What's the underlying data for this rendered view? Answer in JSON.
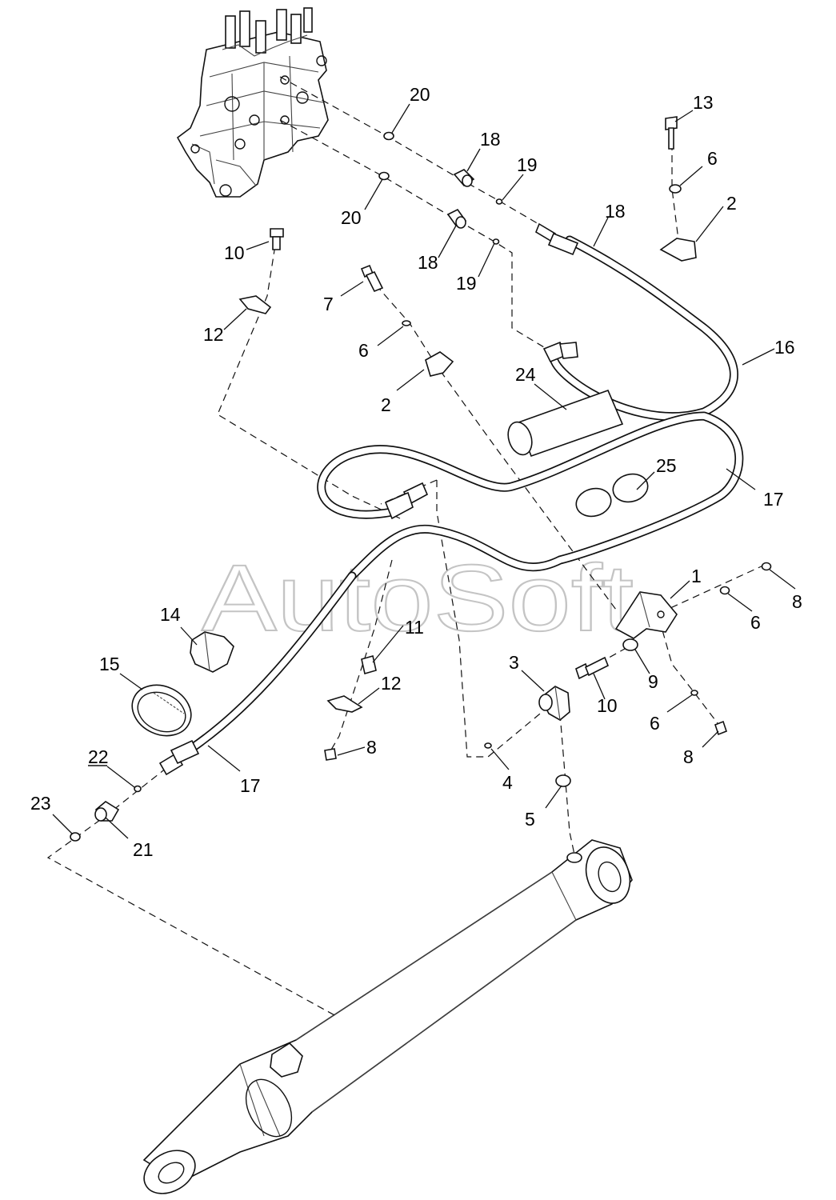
{
  "watermark": "AutoSoft",
  "callouts": [
    {
      "id": "c1",
      "text": "1"
    },
    {
      "id": "c2a",
      "text": "2"
    },
    {
      "id": "c2b",
      "text": "2"
    },
    {
      "id": "c3",
      "text": "3"
    },
    {
      "id": "c4",
      "text": "4"
    },
    {
      "id": "c5",
      "text": "5"
    },
    {
      "id": "c6a",
      "text": "6"
    },
    {
      "id": "c6b",
      "text": "6"
    },
    {
      "id": "c6c",
      "text": "6"
    },
    {
      "id": "c6d",
      "text": "6"
    },
    {
      "id": "c7",
      "text": "7"
    },
    {
      "id": "c8a",
      "text": "8"
    },
    {
      "id": "c8b",
      "text": "8"
    },
    {
      "id": "c8c",
      "text": "8"
    },
    {
      "id": "c9",
      "text": "9"
    },
    {
      "id": "c10a",
      "text": "10"
    },
    {
      "id": "c10b",
      "text": "10"
    },
    {
      "id": "c11",
      "text": "11"
    },
    {
      "id": "c12a",
      "text": "12"
    },
    {
      "id": "c12b",
      "text": "12"
    },
    {
      "id": "c13",
      "text": "13"
    },
    {
      "id": "c14",
      "text": "14"
    },
    {
      "id": "c15",
      "text": "15"
    },
    {
      "id": "c16",
      "text": "16"
    },
    {
      "id": "c17a",
      "text": "17"
    },
    {
      "id": "c17b",
      "text": "17"
    },
    {
      "id": "c18a",
      "text": "18"
    },
    {
      "id": "c18b",
      "text": "18"
    },
    {
      "id": "c18c",
      "text": "18"
    },
    {
      "id": "c19a",
      "text": "19"
    },
    {
      "id": "c19b",
      "text": "19"
    },
    {
      "id": "c20a",
      "text": "20"
    },
    {
      "id": "c20b",
      "text": "20"
    },
    {
      "id": "c21",
      "text": "21"
    },
    {
      "id": "c22",
      "text": "22"
    },
    {
      "id": "c23",
      "text": "23"
    },
    {
      "id": "c24",
      "text": "24"
    },
    {
      "id": "c25",
      "text": "25"
    }
  ]
}
